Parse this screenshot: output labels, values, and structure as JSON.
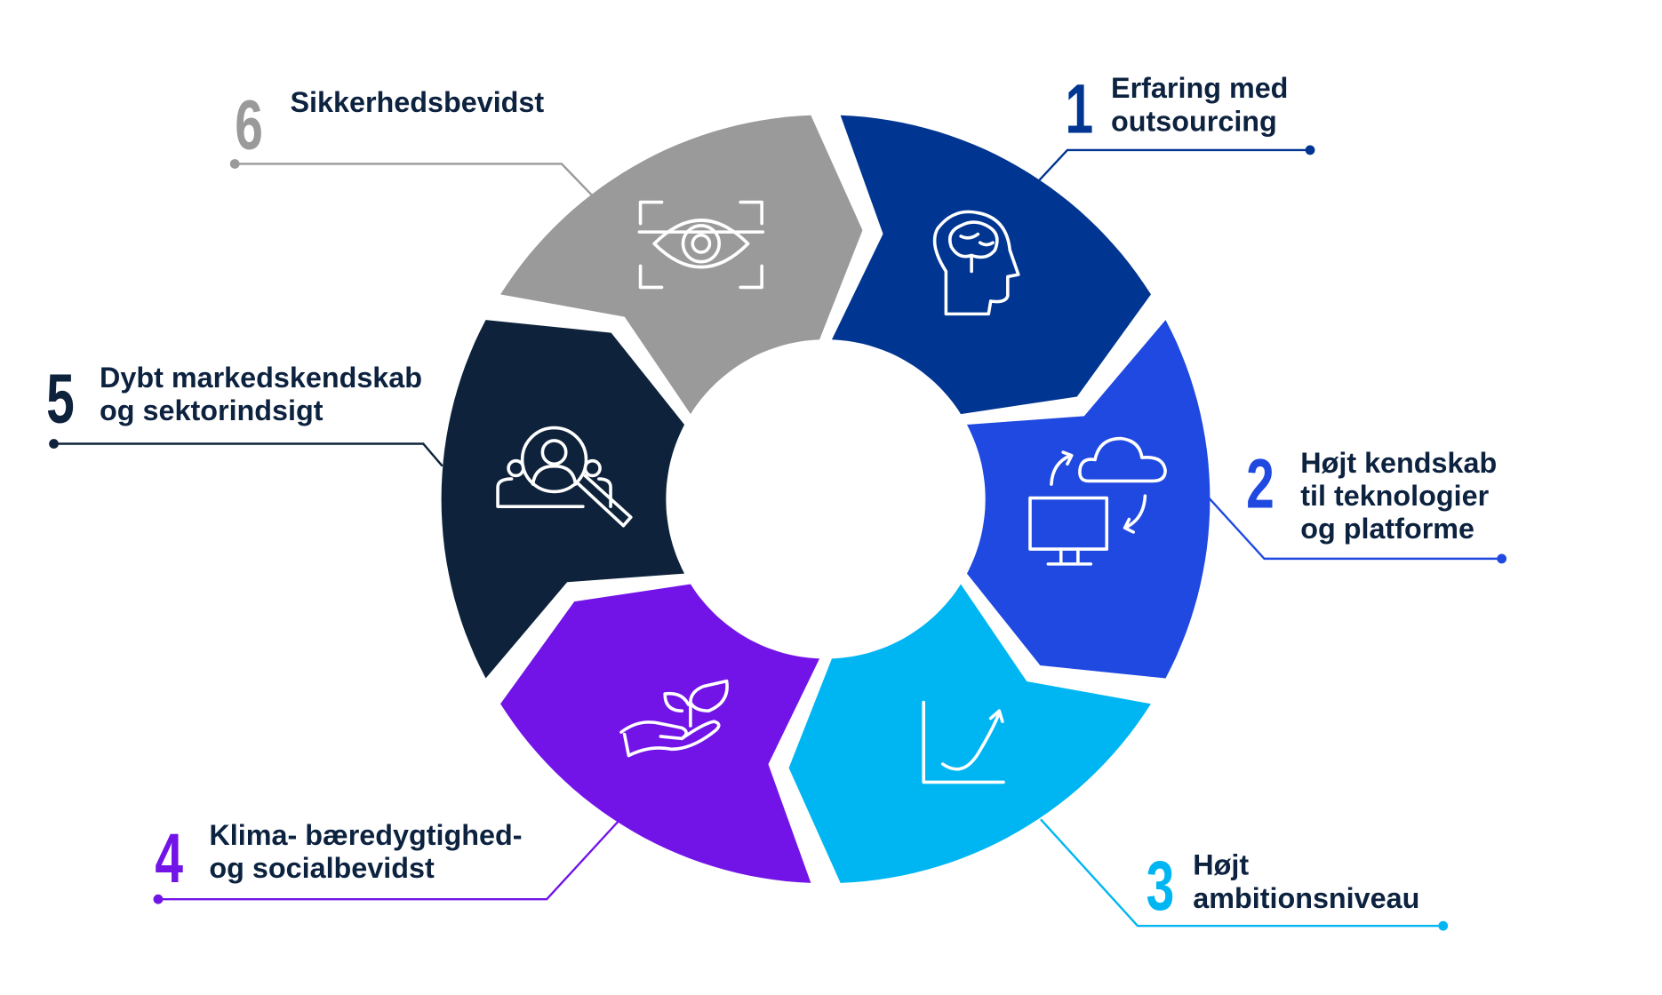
{
  "colors": {
    "text": "#0c223f",
    "s1": "#003591",
    "s2": "#1f49e0",
    "s3": "#00b6f2",
    "s4": "#7214e8",
    "s5": "#0e233b",
    "s6": "#9a9a9a"
  },
  "items": [
    {
      "number": "1",
      "lines": [
        "Erfaring med",
        "outsourcing"
      ],
      "icon": "brain-head-icon"
    },
    {
      "number": "2",
      "lines": [
        "Højt kendskab",
        "til teknologier",
        "og platforme"
      ],
      "icon": "cloud-monitor-sync-icon"
    },
    {
      "number": "3",
      "lines": [
        "Højt",
        "ambitionsniveau"
      ],
      "icon": "growth-chart-icon"
    },
    {
      "number": "4",
      "lines": [
        "Klima- bæredygtighed-",
        "og socialbevidst"
      ],
      "icon": "hand-plant-icon"
    },
    {
      "number": "5",
      "lines": [
        "Dybt markedskendskab",
        "og sektorindsigt"
      ],
      "icon": "people-magnifier-icon"
    },
    {
      "number": "6",
      "lines": [
        "Sikkerhedsbevidst"
      ],
      "icon": "eye-scan-icon"
    }
  ]
}
